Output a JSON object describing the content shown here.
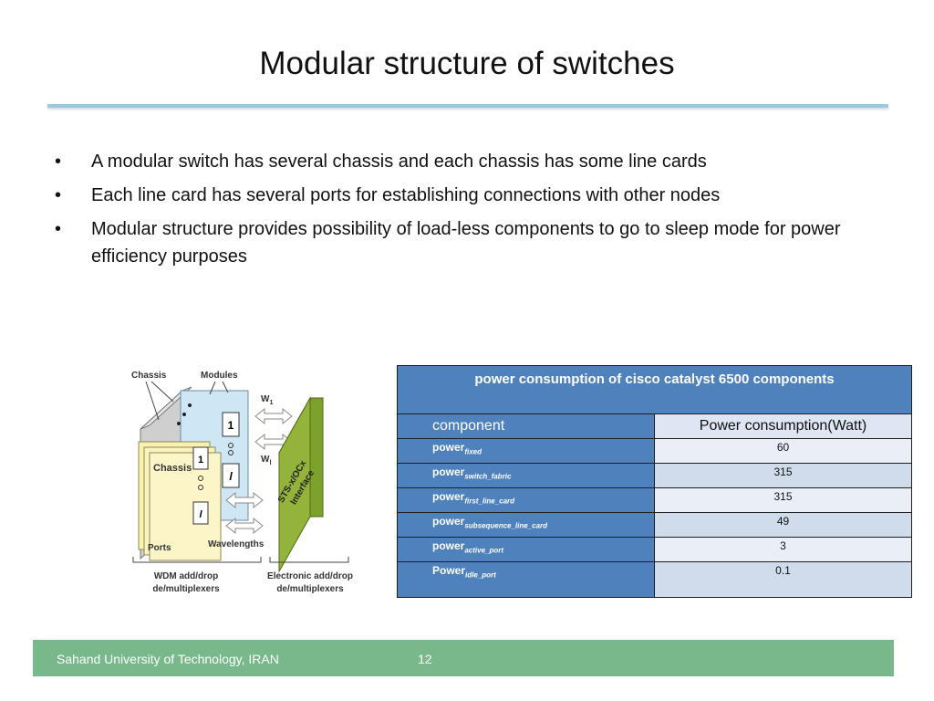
{
  "slide": {
    "title": "Modular structure of switches",
    "bullets": [
      "A modular switch has several chassis and each chassis has some line cards",
      "Each line card has several ports for establishing connections with other nodes",
      "Modular structure provides possibility of load-less components to go to sleep mode for power efficiency purposes"
    ]
  },
  "figure": {
    "labels": {
      "chassis_top": "Chassis",
      "modules": "Modules",
      "chassis": "Chassis",
      "card1_a": "1",
      "card1_b": "l",
      "card2_a": "1",
      "card2_b": "l",
      "w1_main": "W",
      "w1_sub": "1",
      "wl_main": "W",
      "wl_sub": "l",
      "sts_line1": "STS-x/OCx",
      "sts_line2": "Interface",
      "ports": "Ports",
      "wavelengths": "Wavelengths",
      "wdm_line1": "WDM add/drop",
      "wdm_line2": "de/multiplexers",
      "elec_line1": "Electronic add/drop",
      "elec_line2": "de/multiplexers"
    }
  },
  "table": {
    "title": "power consumption of cisco catalyst 6500 components",
    "col_component": "component",
    "col_power": "Power consumption(Watt)",
    "rows": [
      {
        "name": "power",
        "sub": "fixed",
        "value": "60"
      },
      {
        "name": "power",
        "sub": "switch_fabric",
        "value": "315"
      },
      {
        "name": "power",
        "sub": "first_line_card",
        "value": "315"
      },
      {
        "name": "power",
        "sub": "subsequence_line_card",
        "value": "49"
      },
      {
        "name": "power",
        "sub": "active_port",
        "value": "3"
      },
      {
        "name": "Power",
        "sub": "idle_port",
        "value": "0.1"
      }
    ]
  },
  "footer": {
    "organization": "Sahand University of Technology, IRAN",
    "page_number": "12"
  },
  "colors": {
    "title_rule": "#9ec8dc",
    "table_header": "#4f81bd",
    "footer_bar": "#78b88a"
  }
}
